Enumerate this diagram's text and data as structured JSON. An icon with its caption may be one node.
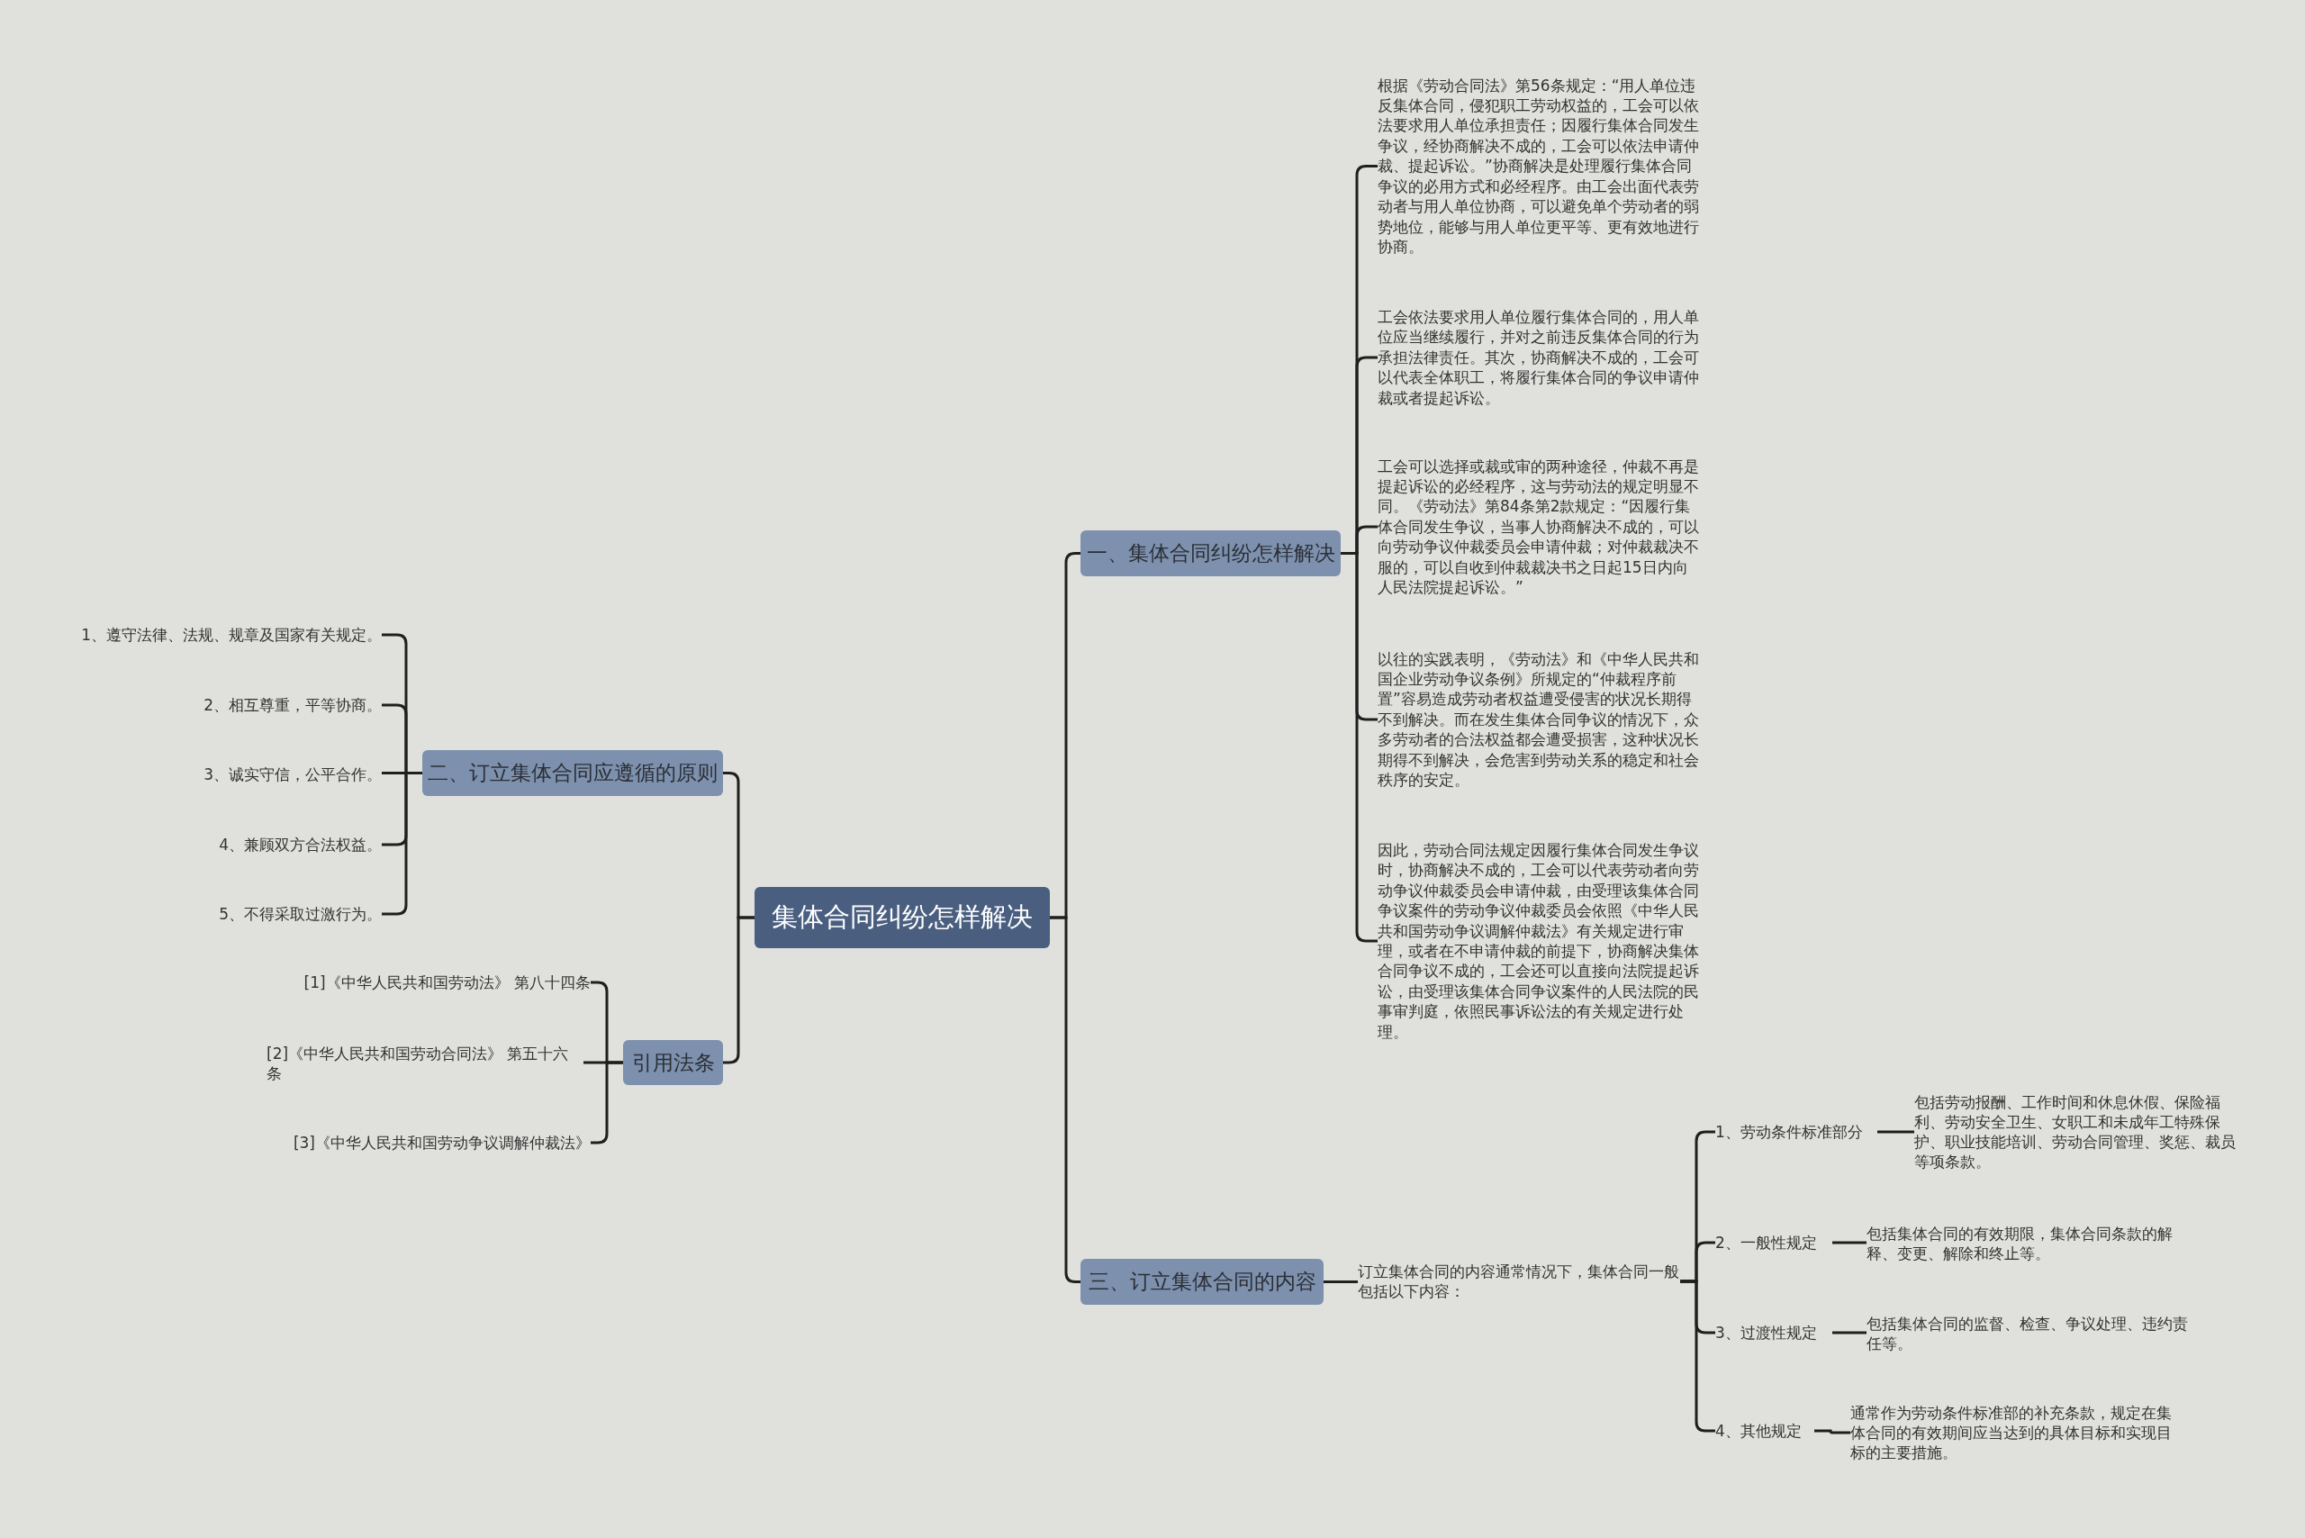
{
  "diagram": {
    "nodes": [
      {
        "text": [
          "集体合同纠纷怎样解决"
        ]
      },
      {
        "text": [
          "一、集体合同纠纷怎样解决"
        ]
      },
      {
        "text": [
          "根据《劳动合同法》第56条规定：“用人单位违反集体合同，侵犯职工劳动权益的，工会可以依法要求用人单位承担责任；因履行集体合同发生争议，经协商解决不成的，工会可以依法申请仲裁、提起诉讼。”协商解决是处理履行集体合同争议的必用方式和必经程序。由工会出面代表劳动者与用人单位协商，可以避免单个劳动者的弱势地位，能够与用人单位更平等、更有效地进行协商。"
        ]
      },
      {
        "text": [
          "工会依法要求用人单位履行集体合同的，用人单位应当继续履行，并对之前违反集体合同的行为承担法律责任。其次，协商解决不成的，工会可以代表全体职工，将履行集体合同的争议申请仲裁或者提起诉讼。"
        ]
      },
      {
        "text": [
          "工会可以选择或裁或审的两种途径，仲裁不再是提起诉讼的必经程序，这与劳动法的规定明显不同。《劳动法》第84条第2款规定：“因履行集体合同发生争议，当事人协商解决不成的，可以向劳动争议仲裁委员会申请仲裁；对仲裁裁决不服的，可以自收到仲裁裁决书之日起15日内向人民法院提起诉讼。”"
        ]
      },
      {
        "text": [
          "以往的实践表明，《劳动法》和《中华人民共和国企业劳动争议条例》所规定的“仲裁程序前置”容易造成劳动者权益遭受侵害的状况长期得不到解决。而在发生集体合同争议的情况下，众多劳动者的合法权益都会遭受损害，这种状况长期得不到解决，会危害到劳动关系的稳定和社会秩序的安定。"
        ]
      },
      {
        "text": [
          "因此，劳动合同法规定因履行集体合同发生争议时，协商解决不成的，工会可以代表劳动者向劳动争议仲裁委员会申请仲裁，由受理该集体合同争议案件的劳动争议仲裁委员会依照《中华人民共和国劳动争议调解仲裁法》有关规定进行审理，或者在不申请仲裁的前提下，协商解决集体合同争议不成的，工会还可以直接向法院提起诉讼，由受理该集体合同争议案件的人民法院的民事审判庭，依照民事诉讼法的有关规定进行处理。"
        ]
      },
      {
        "text": [
          "二、订立集体合同应遵循的原则"
        ]
      },
      {
        "text": [
          "1、遵守法律、法规、规章及国家有关规定。"
        ]
      },
      {
        "text": [
          "2、相互尊重，平等协商。"
        ]
      },
      {
        "text": [
          "3、诚实守信，公平合作。"
        ]
      },
      {
        "text": [
          "4、兼顾双方合法权益。"
        ]
      },
      {
        "text": [
          "5、不得采取过激行为。"
        ]
      },
      {
        "text": [
          "引用法条"
        ]
      },
      {
        "text": [
          "[1]《中华人民共和国劳动法》 第八十四条"
        ]
      },
      {
        "text": [
          "[2]《中华人民共和国劳动合同法》 第五十六条"
        ]
      },
      {
        "text": [
          "[3]《中华人民共和国劳动争议调解仲裁法》"
        ]
      },
      {
        "text": [
          "三、订立集体合同的内容"
        ]
      },
      {
        "text": [
          "订立集体合同的内容通常情况下，集体合同一般包括以下内容："
        ]
      },
      {
        "text": [
          "1、劳动条件标准部分"
        ]
      },
      {
        "text": [
          "2、一般性规定"
        ]
      },
      {
        "text": [
          "3、过渡性规定"
        ]
      },
      {
        "text": [
          "4、其他规定"
        ]
      },
      {
        "text": [
          "包括劳动报酬、工作时间和休息休假、保险福利、劳动安全卫生、女职工和未成年工特殊保护、职业技能培训、劳动合同管理、奖惩、裁员等项条款。"
        ]
      },
      {
        "text": [
          "包括集体合同的有效期限，集体合同条款的解释、变更、解除和终止等。"
        ]
      },
      {
        "text": [
          "包括集体合同的监督、检查、争议处理、违约责任等。"
        ]
      },
      {
        "text": [
          "通常作为劳动条件标准部的补充条款，规定在集体合同的有效期间应当达到的具体目标和实现目标的主要措施。"
        ]
      }
    ],
    "edges": [
      {
        "from": 0,
        "to": 1,
        "arrow": "none"
      },
      {
        "from": 0,
        "to": 7,
        "arrow": "none"
      },
      {
        "from": 0,
        "to": 13,
        "arrow": "none"
      },
      {
        "from": 0,
        "to": 17,
        "arrow": "none"
      },
      {
        "from": 1,
        "to": 2,
        "arrow": "none"
      },
      {
        "from": 1,
        "to": 3,
        "arrow": "none"
      },
      {
        "from": 1,
        "to": 4,
        "arrow": "none"
      },
      {
        "from": 1,
        "to": 5,
        "arrow": "none"
      },
      {
        "from": 1,
        "to": 6,
        "arrow": "none"
      },
      {
        "from": 7,
        "to": 8,
        "arrow": "none"
      },
      {
        "from": 7,
        "to": 9,
        "arrow": "none"
      },
      {
        "from": 7,
        "to": 10,
        "arrow": "none"
      },
      {
        "from": 7,
        "to": 11,
        "arrow": "none"
      },
      {
        "from": 7,
        "to": 12,
        "arrow": "none"
      },
      {
        "from": 13,
        "to": 14,
        "arrow": "none"
      },
      {
        "from": 13,
        "to": 15,
        "arrow": "none"
      },
      {
        "from": 13,
        "to": 16,
        "arrow": "none"
      },
      {
        "from": 17,
        "to": 18,
        "arrow": "none"
      },
      {
        "from": 18,
        "to": 19,
        "arrow": "none"
      },
      {
        "from": 18,
        "to": 20,
        "arrow": "none"
      },
      {
        "from": 18,
        "to": 21,
        "arrow": "none"
      },
      {
        "from": 18,
        "to": 22,
        "arrow": "none"
      },
      {
        "from": 19,
        "to": 23,
        "arrow": "none"
      },
      {
        "from": 20,
        "to": 24,
        "arrow": "none"
      },
      {
        "from": 21,
        "to": 25,
        "arrow": "none"
      },
      {
        "from": 22,
        "to": 26,
        "arrow": "none"
      }
    ]
  }
}
